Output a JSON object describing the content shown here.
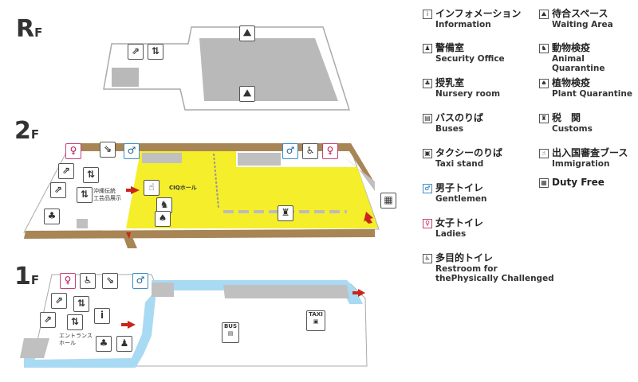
{
  "floors": {
    "rf": {
      "main": "R",
      "sub": "F"
    },
    "f2": {
      "main": "2",
      "sub": "F"
    },
    "f1": {
      "main": "1",
      "sub": "F"
    }
  },
  "map_labels": {
    "ciq_hall": "CIQホール",
    "crafts_1": "沖縄伝統",
    "crafts_2": "工芸品展示",
    "entrance_1": "エントランス",
    "entrance_2": "ホール",
    "bus": "BUS",
    "taxi": "TAXI"
  },
  "colors": {
    "ciq": "#f5ee2a",
    "corridor": "#a9daf3",
    "wall": "#a88555",
    "gray": "#b9b9b9",
    "gentlemen": "#3a8fc7",
    "ladies": "#c2427a",
    "arrow": "#c9251b"
  },
  "legend": [
    {
      "icon": "information-icon",
      "glyph": "i",
      "ja": "インフォメーション",
      "en": "Information"
    },
    {
      "icon": "security-office-icon",
      "glyph": "♟",
      "ja": "警備室",
      "en": "Security Office"
    },
    {
      "icon": "nursery-icon",
      "glyph": "♣",
      "ja": "授乳室",
      "en": "Nursery room"
    },
    {
      "icon": "bus-icon",
      "glyph": "▤",
      "ja": "バスのりば",
      "en": "Buses"
    },
    {
      "icon": "taxi-icon",
      "glyph": "▣",
      "ja": "タクシーのりば",
      "en": "Taxi stand"
    },
    {
      "icon": "gentlemen-icon",
      "glyph": "♂",
      "ja": "男子トイレ",
      "en": "Gentlemen"
    },
    {
      "icon": "ladies-icon",
      "glyph": "♀",
      "ja": "女子トイレ",
      "en": "Ladies"
    },
    {
      "icon": "accessible-toilet-icon",
      "glyph": "♿",
      "ja": "多目的トイレ",
      "en": "Restroom for thePhysically Challenged"
    },
    {
      "icon": "waiting-area-icon",
      "glyph": "⛰",
      "ja": "待合スペース",
      "en": "Waiting Area"
    },
    {
      "icon": "animal-quarantine-icon",
      "glyph": "♞",
      "ja": "動物検疫",
      "en": "Animal Quarantine"
    },
    {
      "icon": "plant-quarantine-icon",
      "glyph": "♠",
      "ja": "植物検疫",
      "en": "Plant Quarantine"
    },
    {
      "icon": "customs-icon",
      "glyph": "♜",
      "ja": "税　関",
      "en": "Customs"
    },
    {
      "icon": "immigration-icon",
      "glyph": "☝",
      "ja": "出入国審査ブース",
      "en": "Immigration"
    },
    {
      "icon": "duty-free-icon",
      "glyph": "▦",
      "ja": "",
      "en": "Duty Free"
    }
  ]
}
